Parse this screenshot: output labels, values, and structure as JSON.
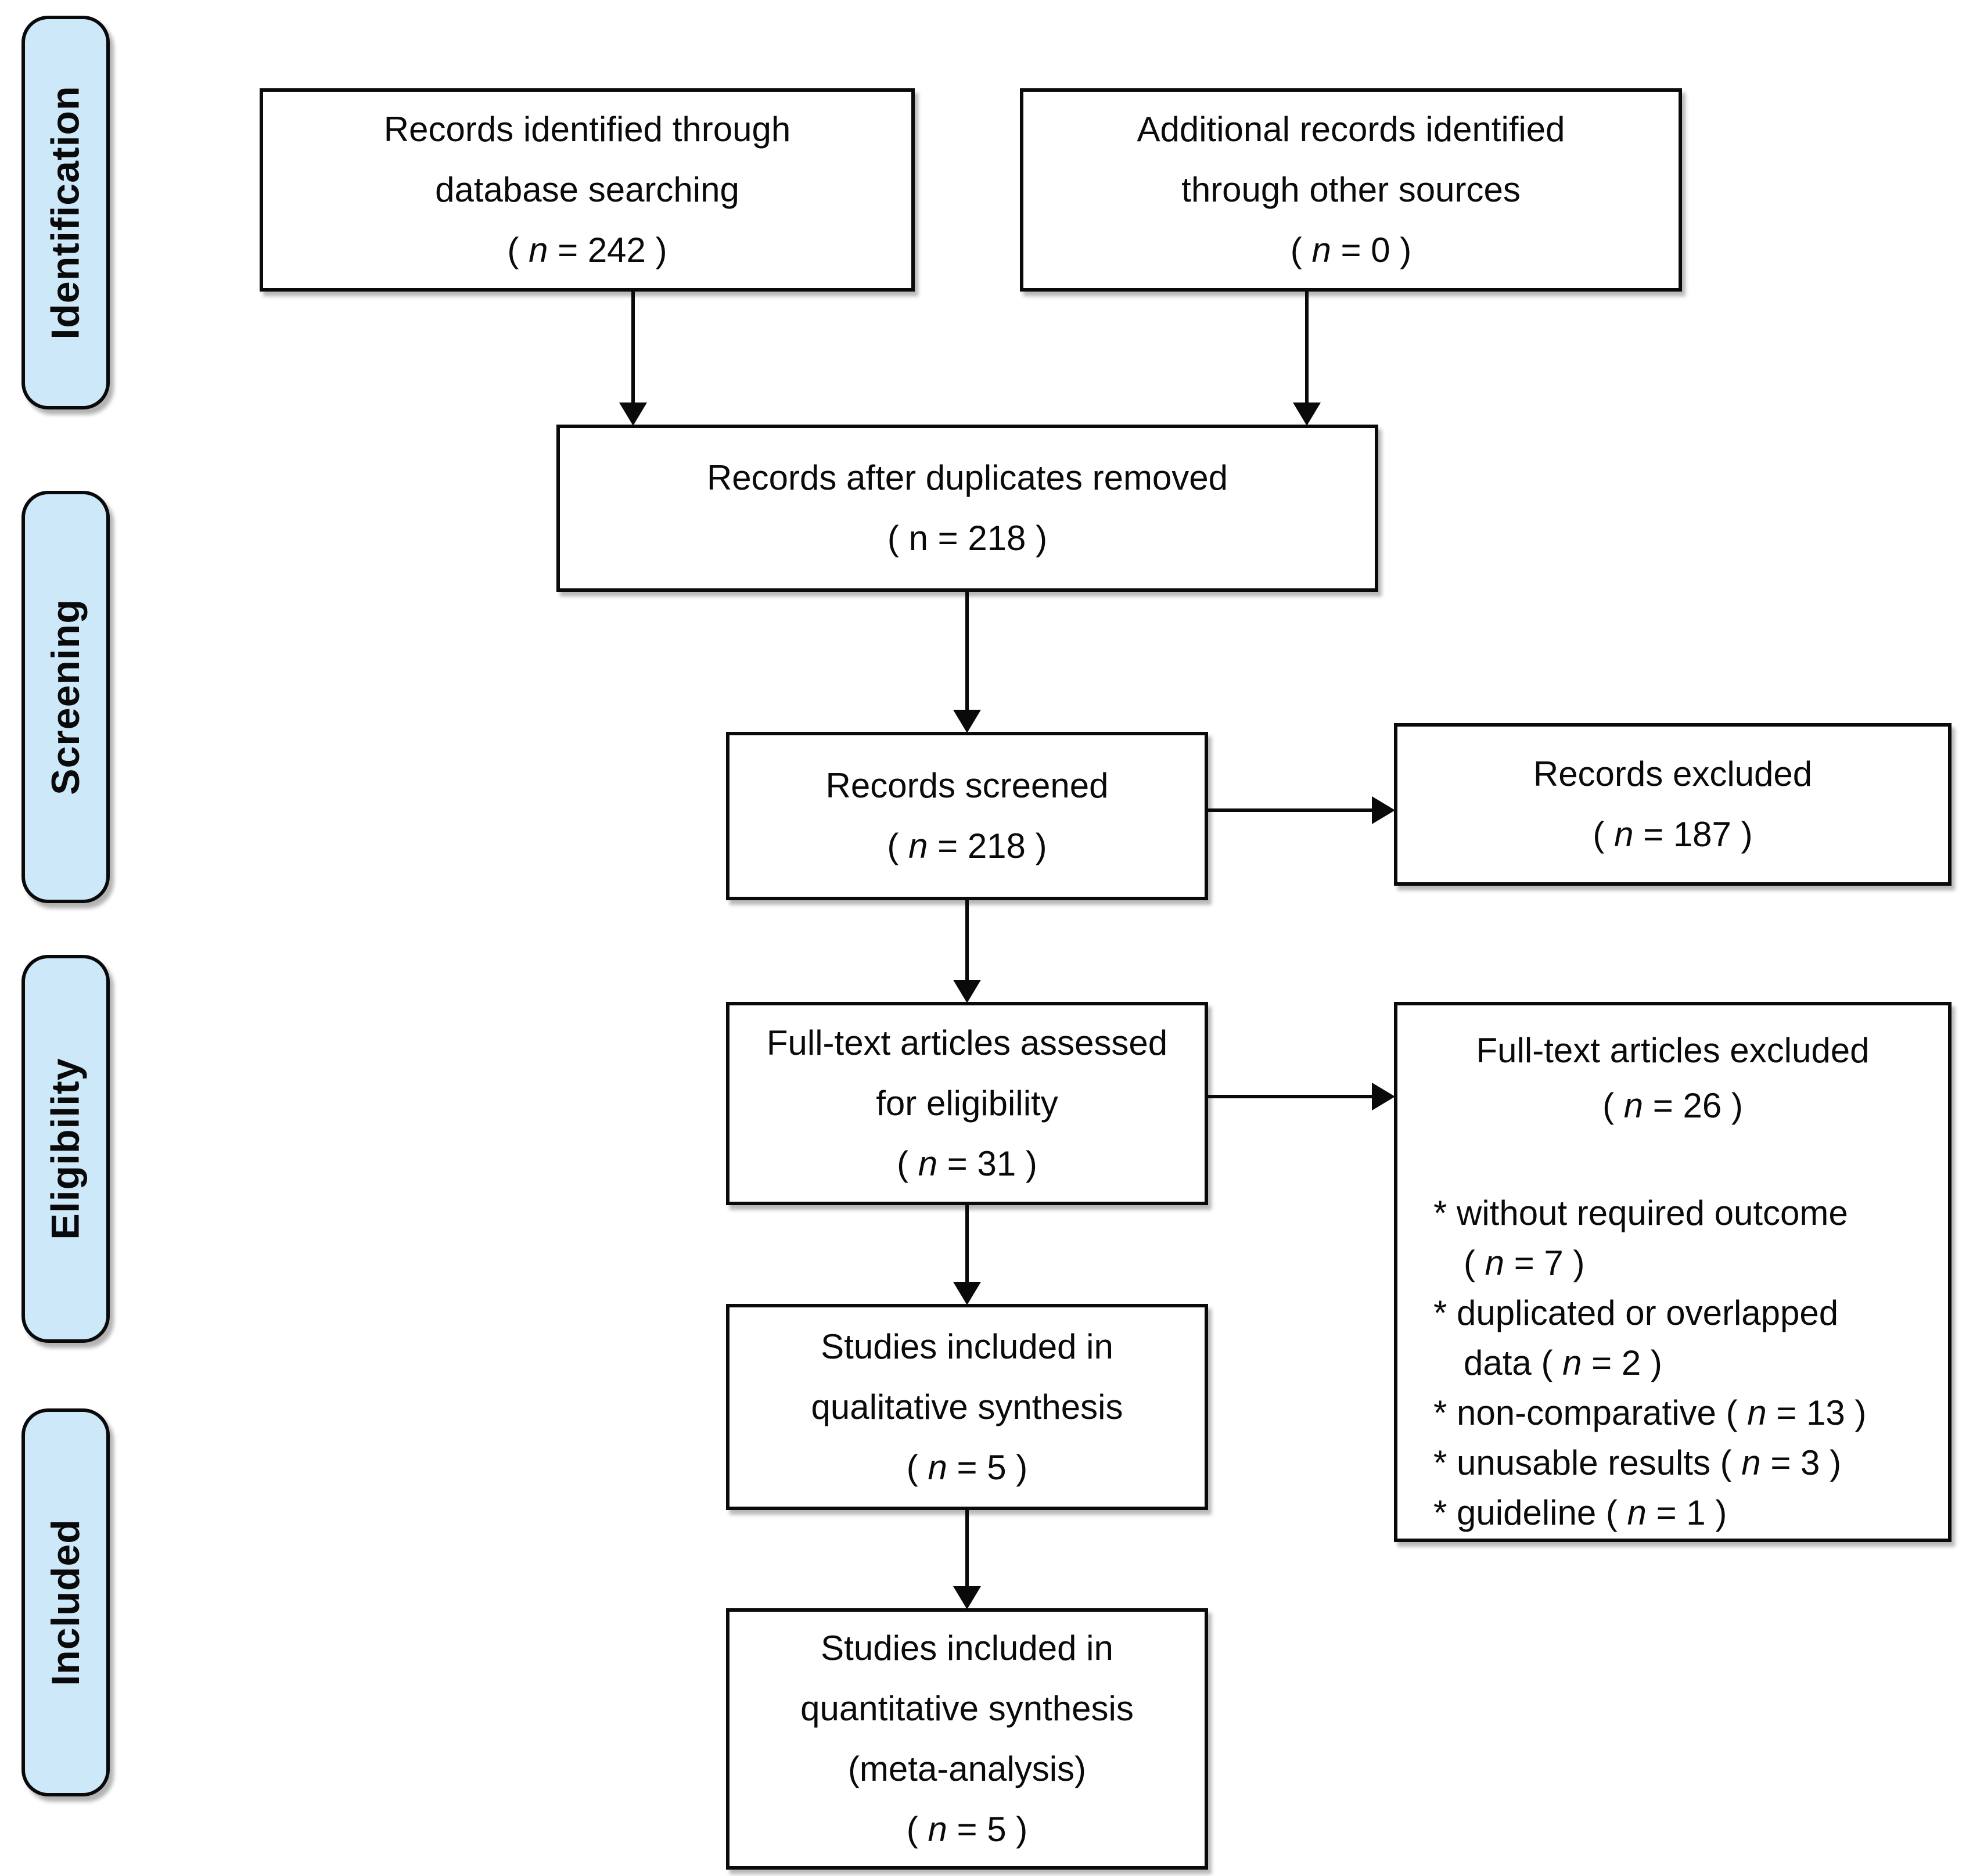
{
  "stages": [
    "Identification",
    "Screening",
    "Eligibility",
    "Included"
  ],
  "boxes": {
    "identified": {
      "line1": "Records identified through",
      "line2": "database searching",
      "count": {
        "open": "( ",
        "var": "n",
        "rest": " = 242 )"
      }
    },
    "additional": {
      "line1": "Additional records identified",
      "line2": "through other sources",
      "count": {
        "open": "( ",
        "var": "n",
        "rest": " = 0 )"
      }
    },
    "deduplicated": {
      "line1": "Records after duplicates removed",
      "count": {
        "open": "( ",
        "var": "n",
        "rest": " = 218 )"
      }
    },
    "screened": {
      "line1": "Records screened",
      "count": {
        "open": "( ",
        "var": "n",
        "rest": " = 218 )"
      }
    },
    "records_excluded": {
      "line1": "Records excluded",
      "count": {
        "open": "( ",
        "var": "n",
        "rest": " = 187 )"
      }
    },
    "fulltext_assessed": {
      "line1": "Full-text articles assessed",
      "line2": "for eligibility",
      "count": {
        "open": "( ",
        "var": "n",
        "rest": " = 31 )"
      }
    },
    "fulltext_excluded": {
      "line1": "Full-text articles excluded",
      "count": {
        "open": "( ",
        "var": "n",
        "rest": " = 26 )"
      },
      "reason_lines": [
        {
          "text": "* without required outcome"
        },
        {
          "pre": "( ",
          "var": "n",
          "rest": " = 7 )"
        },
        {
          "text": "* duplicated or overlapped"
        },
        {
          "pre": "data ( ",
          "var": "n",
          "rest": " = 2 )"
        },
        {
          "pre": "* non-comparative ( ",
          "var": "n",
          "rest": " = 13 )"
        },
        {
          "pre": "* unusable results ( ",
          "var": "n",
          "rest": " = 3 )"
        },
        {
          "pre": "* guideline ( ",
          "var": "n",
          "rest": " = 1 )"
        }
      ]
    },
    "qualitative": {
      "line1": "Studies included in",
      "line2": "qualitative synthesis",
      "count": {
        "open": "( ",
        "var": "n",
        "rest": " = 5 )"
      }
    },
    "quantitative": {
      "line1": "Studies included in",
      "line2": "quantitative synthesis",
      "line3": "(meta-analysis)",
      "count": {
        "open": "( ",
        "var": "n",
        "rest": " = 5 )"
      }
    }
  },
  "colors": {
    "stage_fill": "#cde8f9",
    "border": "#0a0a0a",
    "box_fill": "#ffffff"
  }
}
